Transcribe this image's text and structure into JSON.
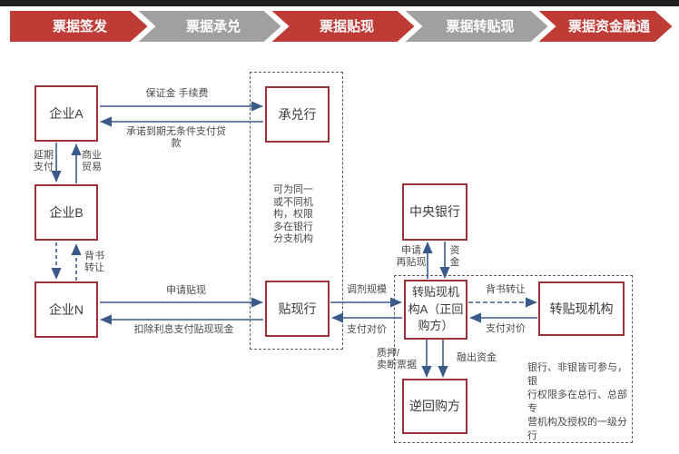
{
  "banner": {
    "steps": [
      {
        "label": "票据签发",
        "color": "#bf3b35"
      },
      {
        "label": "票据承兑",
        "color": "#9fa0a0"
      },
      {
        "label": "票据贴现",
        "color": "#bf3b35"
      },
      {
        "label": "票据转贴现",
        "color": "#9fa0a0"
      },
      {
        "label": "票据资金融通",
        "color": "#bf3b35"
      }
    ]
  },
  "nodes": {
    "enterprise_a": {
      "label": "企业A"
    },
    "enterprise_b": {
      "label": "企业B"
    },
    "enterprise_n": {
      "label": "企业N"
    },
    "accepting_bank": {
      "label": "承兑行"
    },
    "discounting_bank": {
      "label": "贴现行"
    },
    "central_bank": {
      "label": "中央银行"
    },
    "rediscount_org_a": {
      "label": "转贴现机构A（正回购方）"
    },
    "rediscount_org": {
      "label": "转贴现机构"
    },
    "reverse_repo_party": {
      "label": "逆回购方"
    }
  },
  "edge_labels": {
    "margin_fee": "保证金 手续费",
    "promise_pay": "承诺到期无条件支付贷款",
    "deferred_payment": "延期\n支付",
    "commercial_trade": "商业\n贸易",
    "endorsement_transfer_1": "背书\n转让",
    "apply_discount": "申请贴现",
    "deduct_interest": "扣除利息支付贴现现金",
    "adjust_scale": "调剂规模",
    "pay_consideration_1": "支付对价",
    "apply_rediscount": "申请\n再贴现",
    "funds": "资\n金",
    "endorsement_transfer_2": "背书转让",
    "pay_consideration_2": "支付对价",
    "pledge_sell_notes": "质押/\n卖断票据",
    "lend_out_funds": "融出资金"
  },
  "annotations": {
    "middle_note": "可为同一\n或不同机\n构，权限\n多在银行\n分支机构",
    "bottom_right_note": "银行、非银皆可参与，银\n行权限多在总行、总部专\n营机构及授权的一级分行"
  },
  "colors": {
    "banner_red": "#bf3b35",
    "banner_gray": "#9fa0a0",
    "box_border": "#9e3138",
    "arrow_blue": "#3a5a8a",
    "top_bar": "#1f1f1f"
  }
}
